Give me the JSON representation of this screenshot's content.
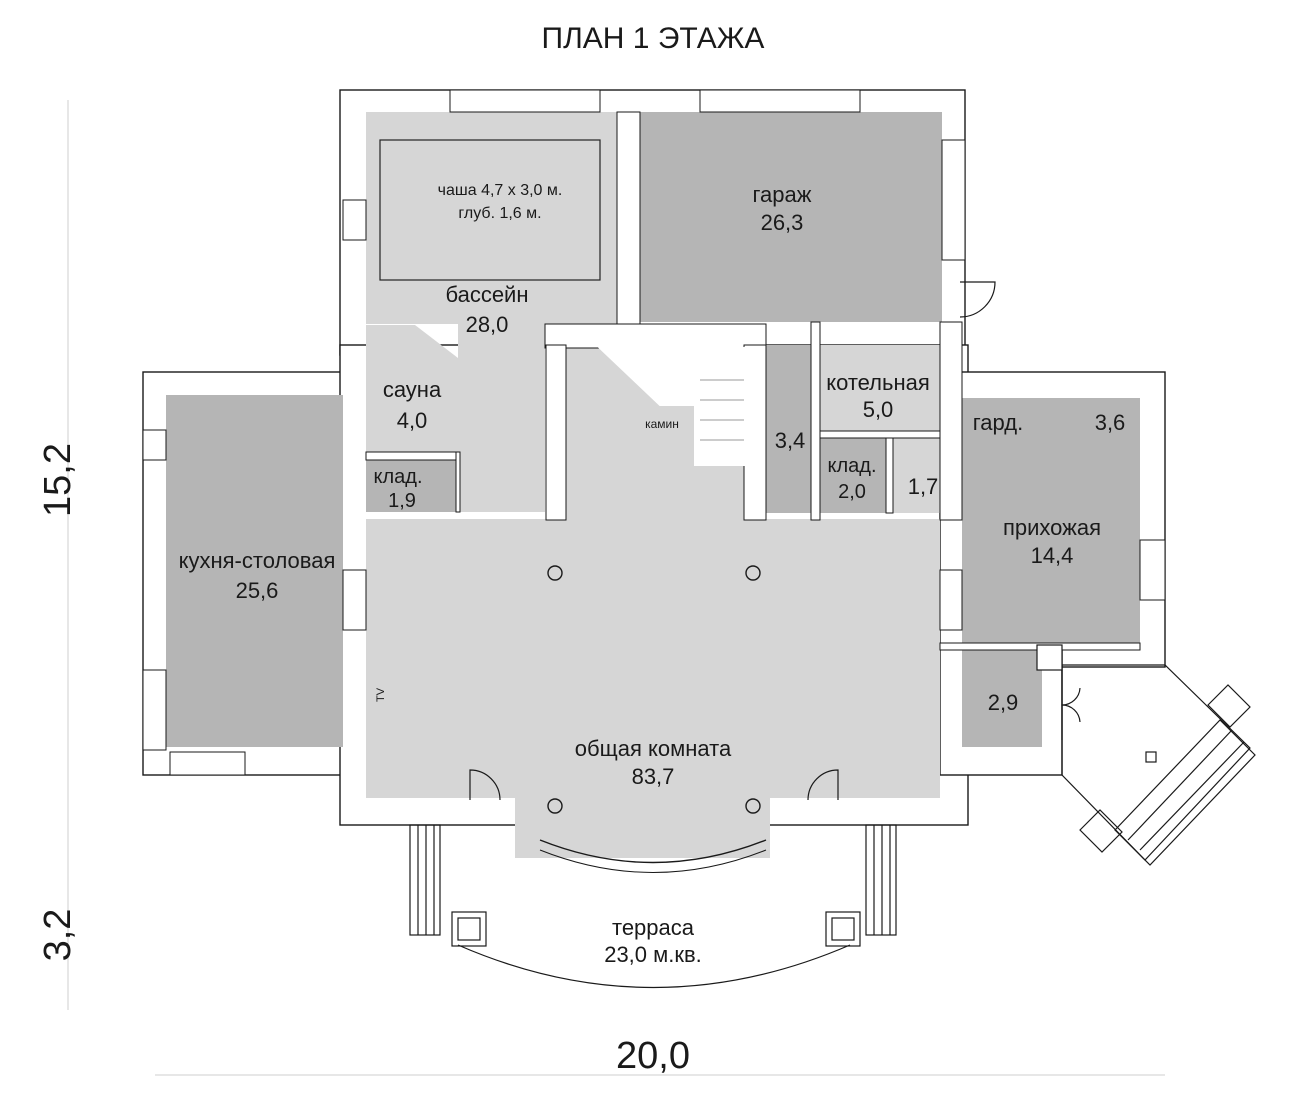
{
  "title": "ПЛАН 1 ЭТАЖА",
  "dimensions": {
    "height_main": "15,2",
    "height_terrace": "3,2",
    "width": "20,0"
  },
  "rooms": {
    "pool": {
      "name": "бассейн",
      "area": "28,0",
      "note1": "чаша 4,7 х 3,0 м.",
      "note2": "глуб. 1,6 м."
    },
    "garage": {
      "name": "гараж",
      "area": "26,3"
    },
    "sauna": {
      "name": "сауна",
      "area": "4,0"
    },
    "storage1": {
      "name": "клад.",
      "area": "1,9"
    },
    "fireplace": {
      "name": "камин"
    },
    "corridor": {
      "area": "3,4"
    },
    "boiler": {
      "name": "котельная",
      "area": "5,0"
    },
    "storage2": {
      "name": "клад.",
      "area": "2,0"
    },
    "wc": {
      "area": "1,7"
    },
    "wardrobe": {
      "name": "гард.",
      "area": "3,6"
    },
    "hall": {
      "name": "прихожая",
      "area": "14,4"
    },
    "kitchen": {
      "name": "кухня-столовая",
      "area": "25,6"
    },
    "vestibule": {
      "area": "2,9"
    },
    "living": {
      "name": "общая комната",
      "area": "83,7",
      "tv": "TV"
    },
    "terrace": {
      "name": "терраса",
      "area": "23,0 м.кв."
    }
  },
  "colors": {
    "room_dark": "#b5b5b5",
    "room_light": "#d6d6d6",
    "wall": "#ffffff",
    "line": "#1a1a1a"
  }
}
